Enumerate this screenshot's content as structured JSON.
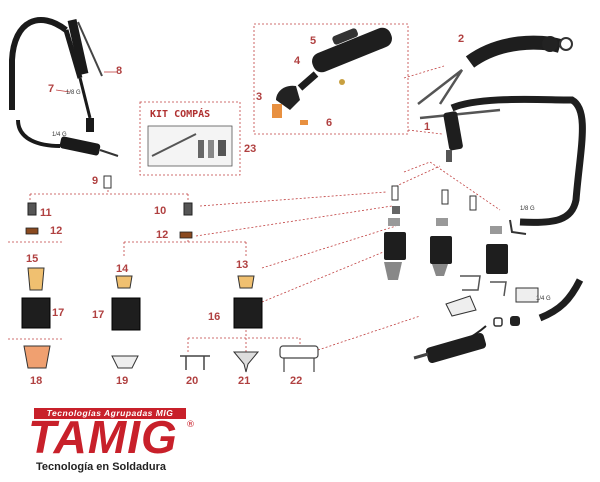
{
  "labels": {
    "n1": "1",
    "n2": "2",
    "n3": "3",
    "n4": "4",
    "n5": "5",
    "n6": "6",
    "n7": "7",
    "n8": "8",
    "n9": "9",
    "n10": "10",
    "n11": "11",
    "n12a": "12",
    "n12b": "12",
    "n13": "13",
    "n14": "14",
    "n15": "15",
    "n16": "16",
    "n17a": "17",
    "n17b": "17",
    "n18": "18",
    "n19": "19",
    "n20": "20",
    "n21": "21",
    "n22": "22",
    "n23": "23"
  },
  "thread_labels": {
    "t1": "1/8 G",
    "t2": "1/4 G",
    "t3": "1/8 G",
    "t4": "1/4 G"
  },
  "kit": {
    "title": "KIT COMPÁS"
  },
  "logo": {
    "tagline": "Tecnologías Agrupadas MIG",
    "wordmark": "TAMIG",
    "registered": "®",
    "subtitle": "Tecnología en Soldadura",
    "brand_color": "#c8202a"
  },
  "colors": {
    "label": "#b04040",
    "dash": "#c04040",
    "part": "#1a1a1a",
    "copper": "#e8a060"
  }
}
